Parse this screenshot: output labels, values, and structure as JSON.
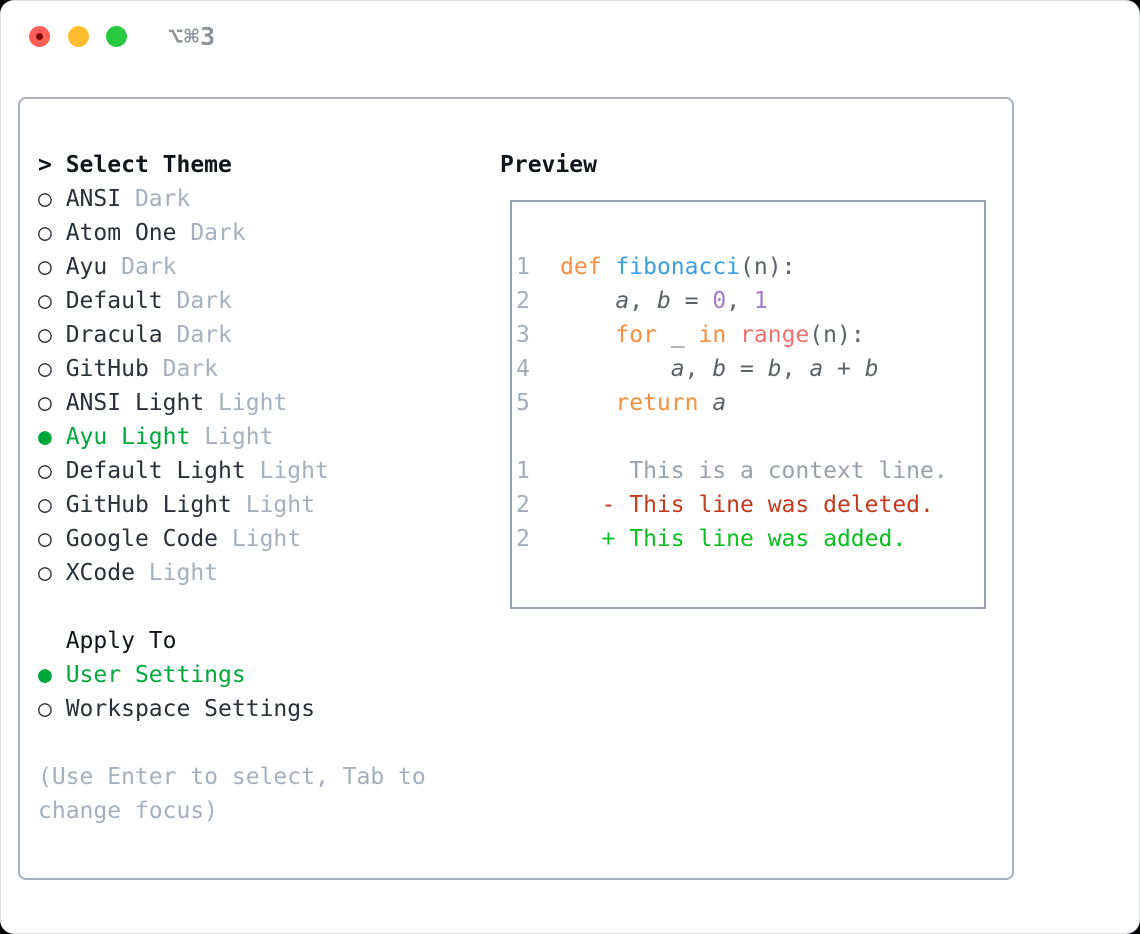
{
  "titlebar": {
    "title": "⌥⌘3"
  },
  "theme_picker": {
    "heading_prefix": "> ",
    "heading": "Select Theme",
    "radio_selected": "●",
    "radio_unselected": "○",
    "themes": [
      {
        "name": "ANSI",
        "variant": "Dark",
        "selected": false
      },
      {
        "name": "Atom One",
        "variant": "Dark",
        "selected": false
      },
      {
        "name": "Ayu",
        "variant": "Dark",
        "selected": false
      },
      {
        "name": "Default",
        "variant": "Dark",
        "selected": false
      },
      {
        "name": "Dracula",
        "variant": "Dark",
        "selected": false
      },
      {
        "name": "GitHub",
        "variant": "Dark",
        "selected": false
      },
      {
        "name": "ANSI Light",
        "variant": "Light",
        "selected": false
      },
      {
        "name": "Ayu Light",
        "variant": "Light",
        "selected": true
      },
      {
        "name": "Default Light",
        "variant": "Light",
        "selected": false
      },
      {
        "name": "GitHub Light",
        "variant": "Light",
        "selected": false
      },
      {
        "name": "Google Code",
        "variant": "Light",
        "selected": false
      },
      {
        "name": "XCode",
        "variant": "Light",
        "selected": false
      }
    ],
    "apply_to": {
      "heading_prefix": "  ",
      "heading": "Apply To",
      "options": [
        {
          "label": "User Settings",
          "selected": true
        },
        {
          "label": "Workspace Settings",
          "selected": false
        }
      ]
    },
    "help_lines": [
      "(Use Enter to select, Tab to",
      "change focus)"
    ]
  },
  "preview": {
    "heading": "Preview",
    "lines": [
      {
        "num": "1",
        "kind": "code",
        "segments": [
          {
            "text": "def",
            "style": "keyword"
          },
          {
            "text": " "
          },
          {
            "text": "fibonacci",
            "style": "function"
          },
          {
            "text": "(n):"
          }
        ]
      },
      {
        "num": "2",
        "kind": "code",
        "segments": [
          {
            "text": "    "
          },
          {
            "text": "a",
            "style": "variable"
          },
          {
            "text": ", "
          },
          {
            "text": "b",
            "style": "variable"
          },
          {
            "text": " = "
          },
          {
            "text": "0",
            "style": "number"
          },
          {
            "text": ", "
          },
          {
            "text": "1",
            "style": "number"
          }
        ]
      },
      {
        "num": "3",
        "kind": "code",
        "segments": [
          {
            "text": "    "
          },
          {
            "text": "for",
            "style": "keyword"
          },
          {
            "text": " _ "
          },
          {
            "text": "in",
            "style": "keyword"
          },
          {
            "text": " "
          },
          {
            "text": "range",
            "style": "builtin"
          },
          {
            "text": "(n):"
          }
        ]
      },
      {
        "num": "4",
        "kind": "code",
        "segments": [
          {
            "text": "        "
          },
          {
            "text": "a",
            "style": "variable"
          },
          {
            "text": ", "
          },
          {
            "text": "b",
            "style": "variable"
          },
          {
            "text": " = "
          },
          {
            "text": "b",
            "style": "variable"
          },
          {
            "text": ", "
          },
          {
            "text": "a",
            "style": "variable"
          },
          {
            "text": " + "
          },
          {
            "text": "b",
            "style": "variable"
          }
        ]
      },
      {
        "num": "5",
        "kind": "code",
        "segments": [
          {
            "text": "    "
          },
          {
            "text": "return",
            "style": "keyword"
          },
          {
            "text": " "
          },
          {
            "text": "a",
            "style": "variable"
          }
        ]
      },
      {
        "blank": true
      },
      {
        "num": "1",
        "kind": "context",
        "segments": [
          {
            "text": "     This is a context line.",
            "style": "context"
          }
        ]
      },
      {
        "num": "2",
        "kind": "deleted",
        "segments": [
          {
            "text": "   - This line was deleted.",
            "style": "deleted"
          }
        ]
      },
      {
        "num": "2",
        "kind": "added",
        "segments": [
          {
            "text": "   + This line was added.",
            "style": "added"
          }
        ]
      }
    ]
  },
  "colors": {
    "titlebar_text": "#8e9399",
    "traffic_red": "#ff5f57",
    "traffic_red_dot": "#7d0b02",
    "traffic_yellow": "#febc2e",
    "traffic_green": "#28c840",
    "panel_border": "#a6afbb",
    "preview_border": "#9aa3af",
    "heading_text": "#111418",
    "list_text": "#2b3037",
    "muted_text": "#a6afbb",
    "selected_green": "#00a83c",
    "gutter": "#a4acb9",
    "code_plain": "#5c6166",
    "keyword": "#fa8d3e",
    "function_blue": "#399ee6",
    "builtin_coral": "#f07171",
    "number_purple": "#a37acc",
    "context_gray": "#9aa0a8",
    "diff_deleted": "#c23a1d",
    "diff_added": "#0abf1f"
  }
}
